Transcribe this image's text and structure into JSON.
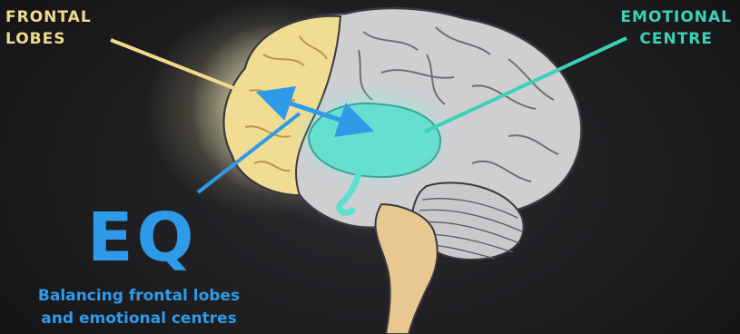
{
  "labels": {
    "frontal_line1": "FRONTAL",
    "frontal_line2": "LOBES",
    "emotional_line1": "EMOTIONAL",
    "emotional_line2": "CENTRE"
  },
  "eq": {
    "title": "EQ",
    "caption_line1": "Balancing frontal lobes",
    "caption_line2": "and emotional centres"
  },
  "colors": {
    "frontal": "#f2d98b",
    "emotional": "#3cd0b8",
    "eq": "#2f9be8",
    "brain": "#c9c9cc",
    "brainstem": "#e8c890"
  },
  "icons": [
    "brain-illustration",
    "double-arrow-icon"
  ]
}
